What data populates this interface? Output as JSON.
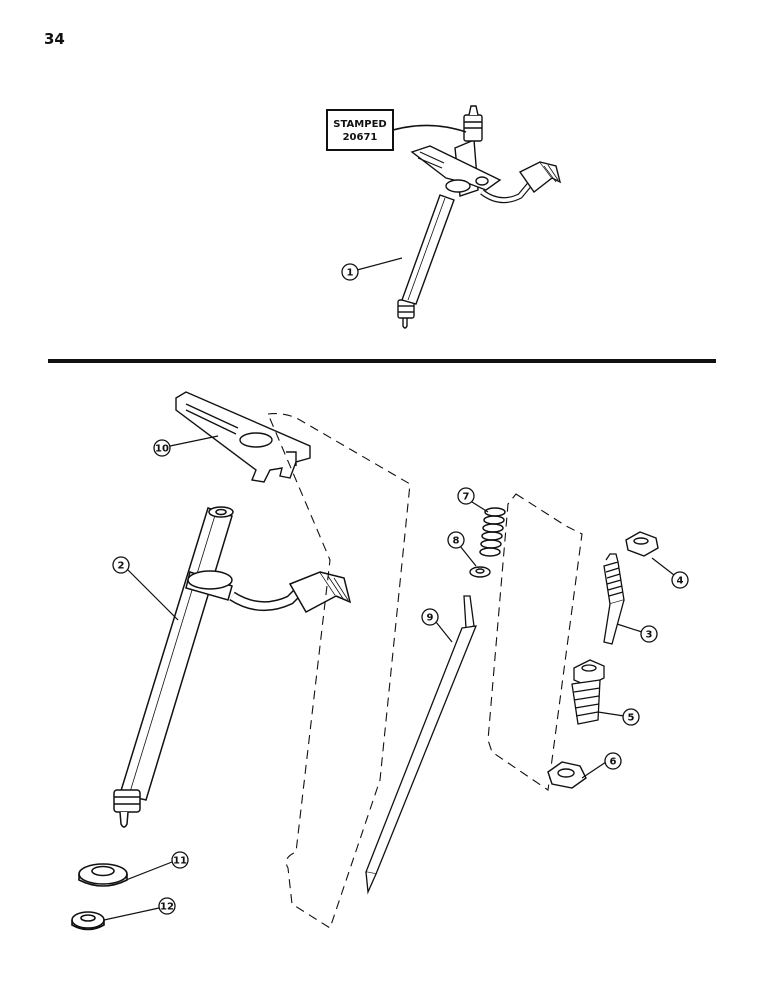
{
  "page": {
    "number": "34"
  },
  "stamp_label": {
    "line1": "STAMPED",
    "line2": "20671"
  },
  "callouts": [
    {
      "number": "1",
      "part": "fuel injector assembly"
    },
    {
      "number": "2",
      "part": "injector body"
    },
    {
      "number": "3",
      "part": "adjusting screw"
    },
    {
      "number": "4",
      "part": "nut"
    },
    {
      "number": "5",
      "part": "cap screw"
    },
    {
      "number": "6",
      "part": "nut"
    },
    {
      "number": "7",
      "part": "spring"
    },
    {
      "number": "8",
      "part": "spring seat"
    },
    {
      "number": "9",
      "part": "spindle"
    },
    {
      "number": "10",
      "part": "clamp bracket"
    },
    {
      "number": "11",
      "part": "washer"
    },
    {
      "number": "12",
      "part": "washer"
    }
  ]
}
